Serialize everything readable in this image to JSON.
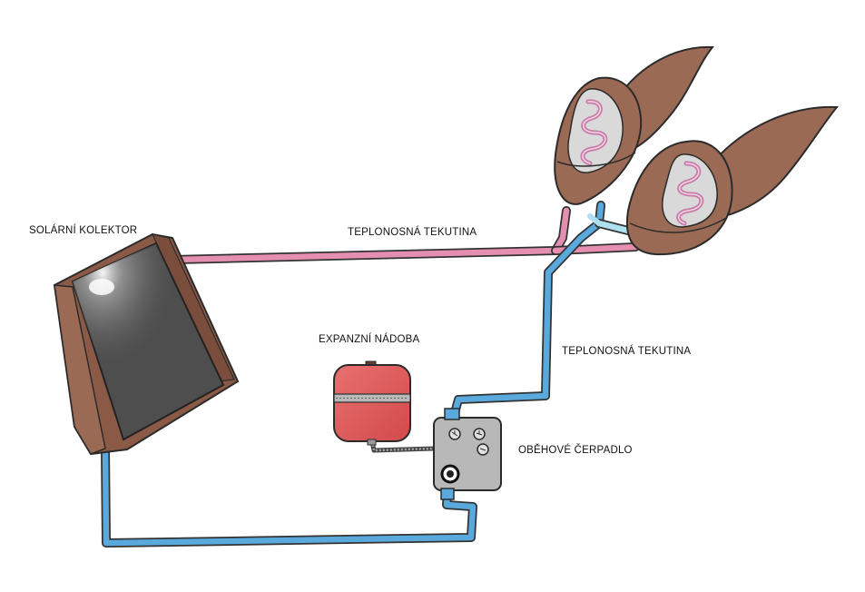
{
  "labels": {
    "collector": "SOLÁRNÍ KOLEKTOR",
    "fluid_top": "TEPLONOSNÁ TEKUTINA",
    "fluid_right": "TEPLONOSNÁ TEKUTINA",
    "expansion_tank": "EXPANZNÍ NÁDOBA",
    "pump": "OBĚHOVÉ ČERPADLO"
  },
  "colors": {
    "hot_pipe": "#e58fb0",
    "cold_pipe": "#5aa9dc",
    "collector_frame": "#8a5a47",
    "collector_panel": "#4e4e4e",
    "tank": "#de5a5a",
    "pump_body": "#b8b8b8",
    "heater_body": "#9b6a55",
    "heater_coil": "#c97aa8"
  }
}
